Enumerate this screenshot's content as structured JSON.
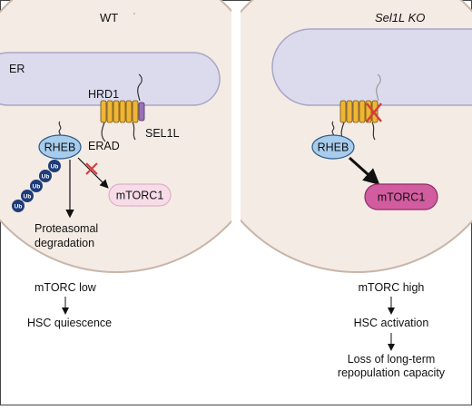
{
  "figure": {
    "wt_title": "WT",
    "ko_title": "Sel1L KO",
    "er_label": "ER",
    "hrd1_label": "HRD1",
    "sel1l_label": "SEL1L",
    "erad_label": "ERAD",
    "rheb_label": "RHEB",
    "ub_label": "Ub",
    "mtorc1_label": "mTORC1",
    "proteasomal_line1": "Proteasomal",
    "proteasomal_line2": "degradation",
    "wt_outcomes": [
      "mTORC low",
      "HSC quiescence"
    ],
    "ko_outcomes": [
      "mTORC high",
      "HSC activation",
      "Loss of long-term",
      "repopulation capacity"
    ],
    "colors": {
      "cell": "#f4ebe4",
      "cell_border": "#c9b5a8",
      "er": "#dcdbee",
      "er_border": "#a8a6c6",
      "rheb": "#a7ccec",
      "ub": "#1f3c7a",
      "hrd1": "#f0b534",
      "sel1l": "#9a71b7",
      "mtorc1_inactive": "#f7dce8",
      "mtorc1_active": "#d25ca0",
      "inhibit_x": "#d43d3d"
    }
  }
}
